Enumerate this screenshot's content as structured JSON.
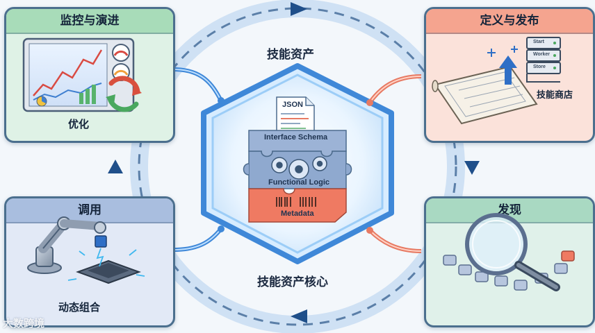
{
  "cycle": {
    "top_label": "技能资产",
    "bottom_label": "技能资产核心"
  },
  "stages": {
    "monitor": {
      "title": "监控与演进",
      "caption": "优化"
    },
    "define": {
      "title": "定义与发布",
      "caption": "技能商店"
    },
    "discover": {
      "title": "发现"
    },
    "invoke": {
      "title": "调用",
      "caption": "动态组合"
    }
  },
  "core": {
    "doc_label": "JSON",
    "layers": [
      "Interface Schema",
      "Functional Logic",
      "Metadata"
    ]
  },
  "server_labels": [
    "Start",
    "Worker",
    "Store"
  ],
  "watermark": "大数跨境",
  "colors": {
    "accent_blue": "#3f88d8",
    "monitor": "#a8dcb9",
    "define": "#f5a48f",
    "invoke": "#a9bedf",
    "discover": "#a9d9c2",
    "metadata": "#ef7a62"
  }
}
